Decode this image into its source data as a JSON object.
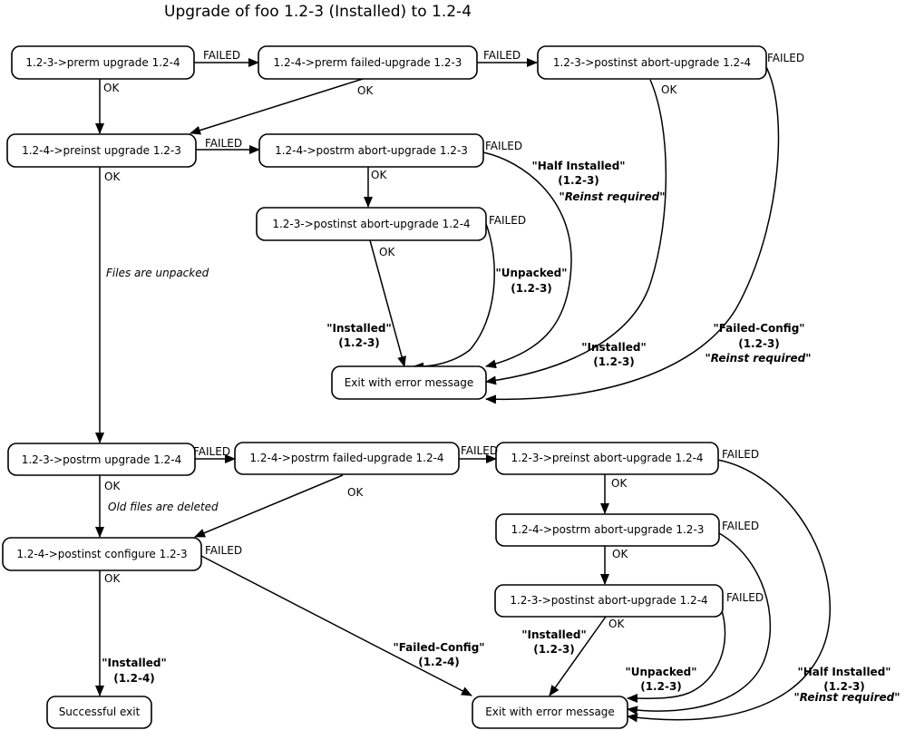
{
  "title": "Upgrade of foo 1.2-3 (Installed) to 1.2-4",
  "nodes": {
    "n1": "1.2-3->prerm upgrade 1.2-4",
    "n2": "1.2-4->prerm failed-upgrade 1.2-3",
    "n3": "1.2-3->postinst abort-upgrade 1.2-4",
    "n4": "1.2-4->preinst upgrade 1.2-3",
    "n5": "1.2-4->postrm abort-upgrade 1.2-3",
    "n6": "1.2-3->postinst abort-upgrade 1.2-4",
    "e1": "Exit with error message",
    "n7": "1.2-3->postrm upgrade 1.2-4",
    "n8": "1.2-4->postrm failed-upgrade 1.2-4",
    "n9": "1.2-3->preinst abort-upgrade 1.2-4",
    "n10": "1.2-4->postinst configure 1.2-3",
    "n11": "1.2-4->postrm abort-upgrade 1.2-3",
    "n12": "1.2-3->postinst abort-upgrade 1.2-4",
    "s1": "Successful exit",
    "e2": "Exit with error message"
  },
  "labels": {
    "ok": "OK",
    "failed": "FAILED",
    "files_unpacked": "Files are unpacked",
    "old_files_deleted": "Old files are deleted",
    "half_installed": "\"Half Installed\"",
    "v123": "(1.2-3)",
    "v124": "(1.2-4)",
    "reinst_required": "\"Reinst required\"",
    "unpacked": "\"Unpacked\"",
    "installed": "\"Installed\"",
    "failed_config": "\"Failed-Config\""
  }
}
